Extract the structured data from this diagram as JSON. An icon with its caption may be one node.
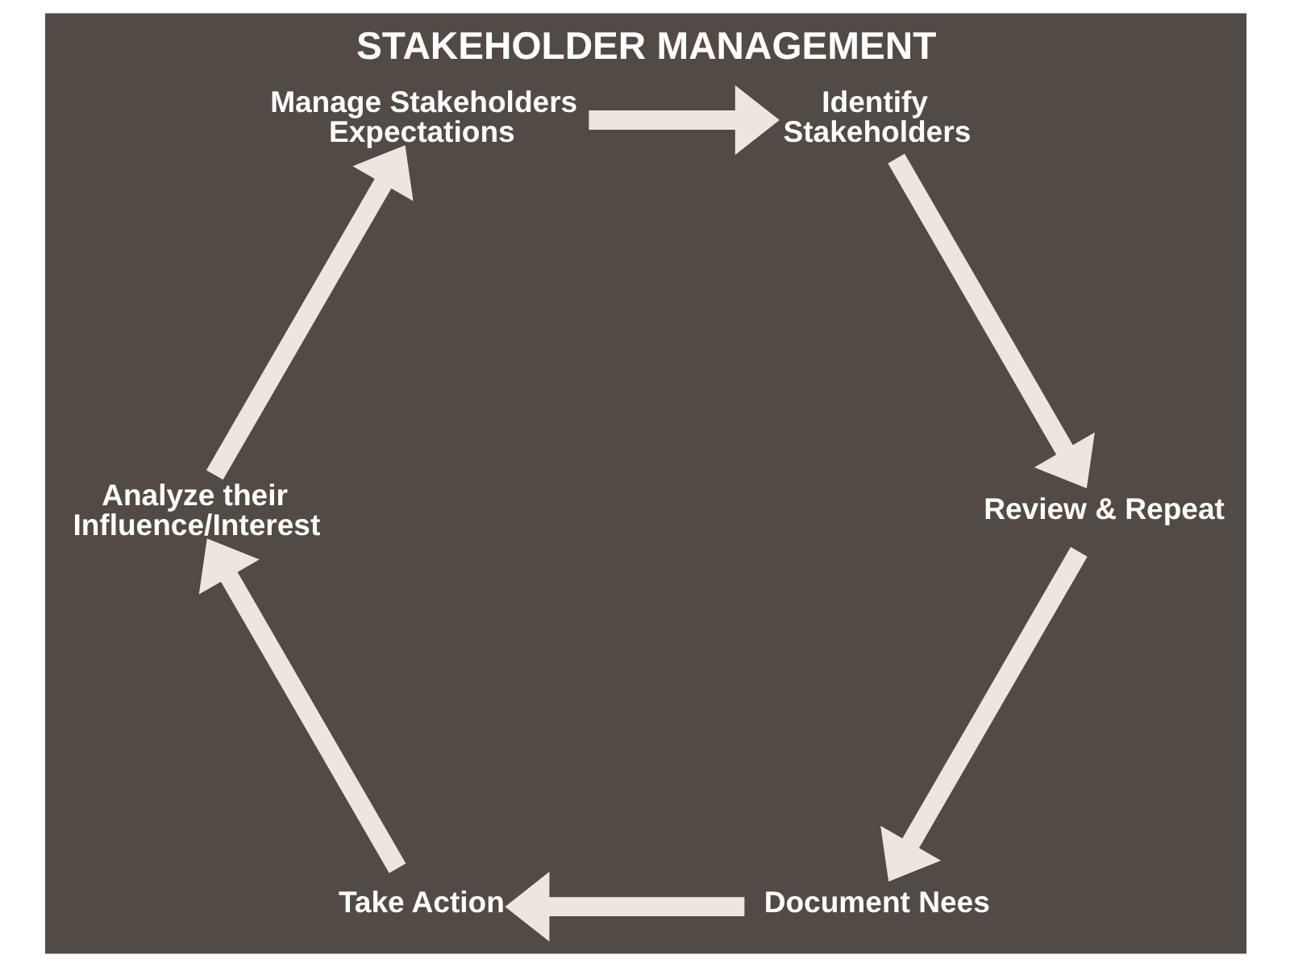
{
  "diagram": {
    "title": "STAKEHOLDER MANAGEMENT",
    "nodes": [
      {
        "text": [
          "Manage Stakeholders Expectations"
        ]
      },
      {
        "text": [
          "Identify Stakeholders"
        ]
      },
      {
        "text": [
          "Analyze their Influence/Interest"
        ]
      },
      {
        "text": [
          "Review & Repeat"
        ]
      },
      {
        "text": [
          "Take Action"
        ]
      },
      {
        "text": [
          "Document Nees"
        ]
      }
    ],
    "edges": [
      {
        "from": 0,
        "to": 1,
        "arrow": "to"
      },
      {
        "from": 1,
        "to": 3,
        "arrow": "to"
      },
      {
        "from": 3,
        "to": 5,
        "arrow": "to"
      },
      {
        "from": 5,
        "to": 4,
        "arrow": "to"
      },
      {
        "from": 4,
        "to": 2,
        "arrow": "to"
      },
      {
        "from": 2,
        "to": 0,
        "arrow": "to"
      }
    ]
  }
}
